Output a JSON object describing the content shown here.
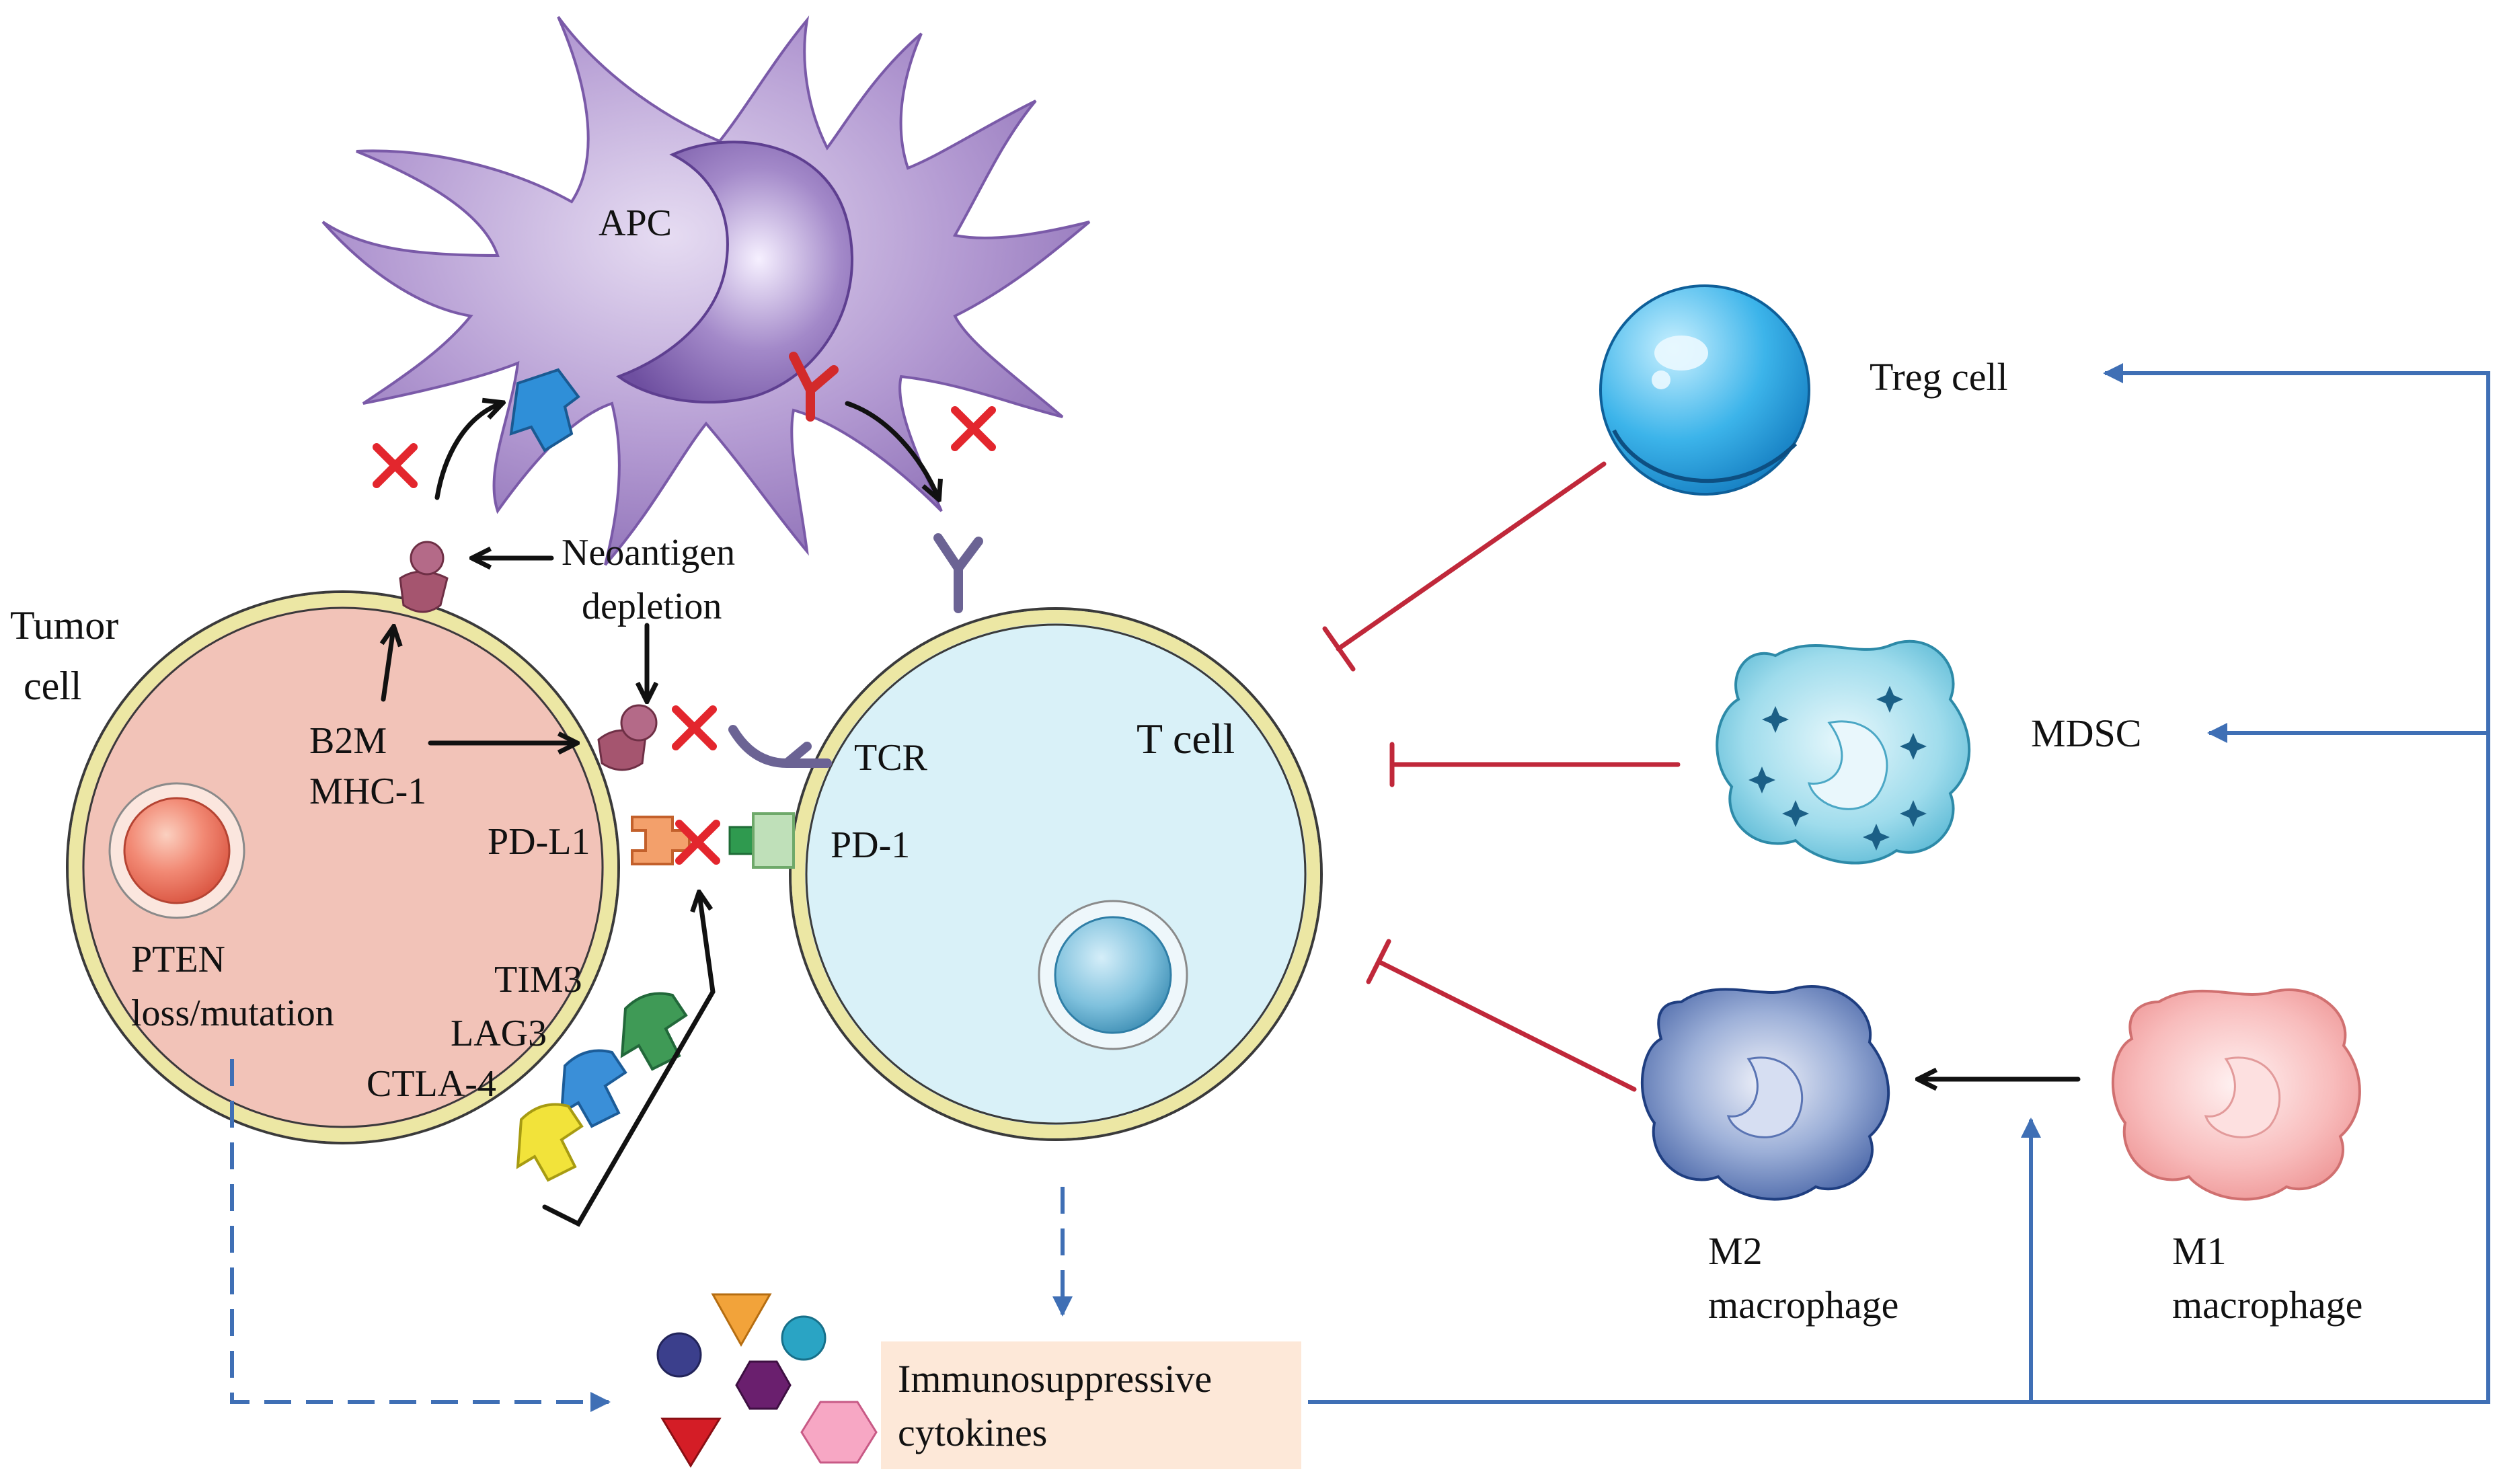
{
  "labels": {
    "apc": "APC",
    "tumor_cell": [
      "Tumor",
      "cell"
    ],
    "t_cell": "T cell",
    "neoantigen_depletion": [
      "Neoantigen",
      "depletion"
    ],
    "b2m_mhc": [
      "B2M",
      "MHC-1"
    ],
    "pd_l1": "PD-L1",
    "pd_1": "PD-1",
    "tcr": "TCR",
    "pten": [
      "PTEN",
      "loss/mutation"
    ],
    "checkpoints": [
      "TIM3",
      "LAG3",
      "CTLA-4"
    ],
    "treg": "Treg cell",
    "mdsc": "MDSC",
    "m2": [
      "M2",
      "macrophage"
    ],
    "m1": [
      "M1",
      "macrophage"
    ],
    "cytokines": [
      "Immunosuppressive",
      "cytokines"
    ]
  },
  "colors": {
    "tumor_fill": "#f2c3b8",
    "membrane": "#ece7a4",
    "tcell_fill": "#d9f1f8",
    "apc": "#a98bc7",
    "treg": "#29a6e0",
    "mdsc": "#8fd3e8",
    "m2": "#5d78b8",
    "m1": "#f4a8a8",
    "inhibit": "#c0283a",
    "blue_arrow": "#3f6fb5",
    "block_x": "#e3262d",
    "cytokine_box": "#fde8d8"
  }
}
